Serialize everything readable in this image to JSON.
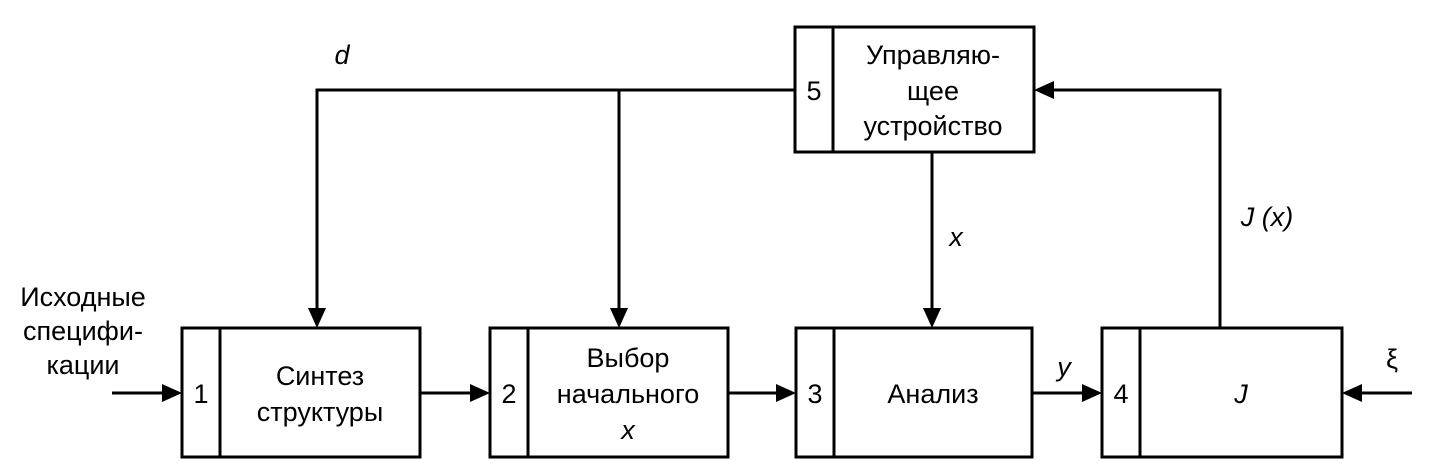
{
  "blocks": {
    "synthesis": {
      "number": "1",
      "line1": "Синтез",
      "line2": "структуры"
    },
    "initial": {
      "number": "2",
      "line1": "Выбор",
      "line2": "начального",
      "line3": "x"
    },
    "analysis": {
      "number": "3",
      "line1": "Анализ"
    },
    "criterion": {
      "number": "4",
      "line1": "J"
    },
    "controller": {
      "number": "5",
      "line1": "Управляю-",
      "line2": "щее",
      "line3": "устройство"
    }
  },
  "input_label": {
    "line1": "Исходные",
    "line2": "специфи-",
    "line3": "кации"
  },
  "signals": {
    "d": "d",
    "x": "x",
    "y": "y",
    "xi": "ξ",
    "jx": "J (x)"
  }
}
